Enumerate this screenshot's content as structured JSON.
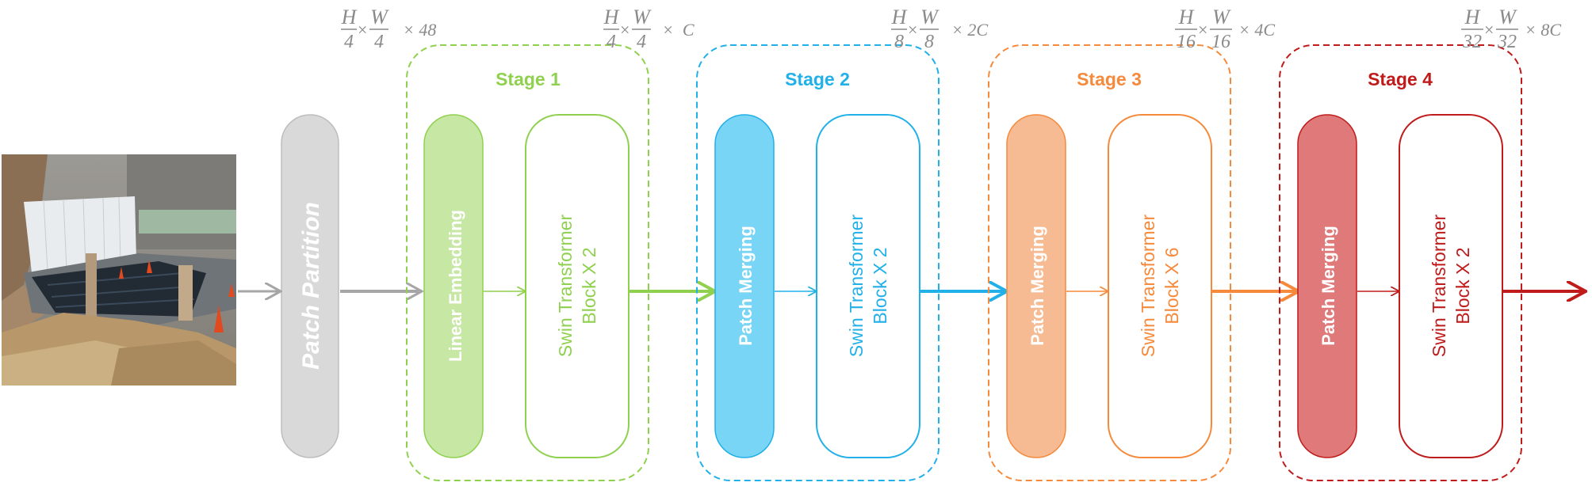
{
  "input_image": {
    "description_icon": "construction-site-photo"
  },
  "patch_partition": {
    "label": "Patch Partition",
    "color": "#d9d9d9"
  },
  "stages": [
    {
      "title": "Stage 1",
      "color": "#8fd14f",
      "fill": "#c6e8a4",
      "first_block": "Linear Embedding",
      "swin_line1": "Swin Transformer",
      "swin_line2": "Block X 2"
    },
    {
      "title": "Stage 2",
      "color": "#22b0e8",
      "fill": "#79d5f5",
      "first_block": "Patch Merging",
      "swin_line1": "Swin Transformer",
      "swin_line2": "Block X 2"
    },
    {
      "title": "Stage 3",
      "color": "#f58a3c",
      "fill": "#f7bb94",
      "first_block": "Patch Merging",
      "swin_line1": "Swin Transformer",
      "swin_line2": "Block X 6"
    },
    {
      "title": "Stage 4",
      "color": "#c01b1b",
      "fill": "#e07a7a",
      "first_block": "Patch Merging",
      "swin_line1": "Swin Transformer",
      "swin_line2": "Block X 2"
    }
  ],
  "dimensions": [
    {
      "h_num": "H",
      "h_den": "4",
      "w_num": "W",
      "w_den": "4",
      "times": "×",
      "channels": "× 48"
    },
    {
      "h_num": "H",
      "h_den": "4",
      "w_num": "W",
      "w_den": "4",
      "times": "×",
      "channels": "×  C"
    },
    {
      "h_num": "H",
      "h_den": "8",
      "w_num": "W",
      "w_den": "8",
      "times": "×",
      "channels": "× 2C"
    },
    {
      "h_num": "H",
      "h_den": "16",
      "w_num": "W",
      "w_den": "16",
      "times": "×",
      "channels": "× 4C"
    },
    {
      "h_num": "H",
      "h_den": "32",
      "w_num": "W",
      "w_den": "32",
      "times": "×",
      "channels": "× 8C"
    }
  ],
  "arrow_gray": "#a6a6a6"
}
